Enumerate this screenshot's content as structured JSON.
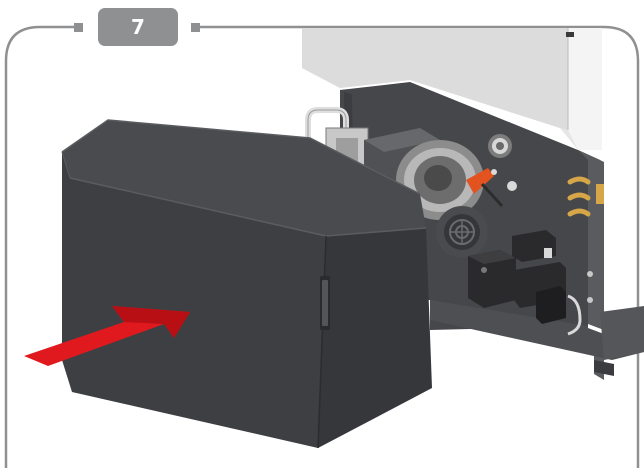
{
  "step": {
    "number": "7"
  },
  "colors": {
    "frame": "#8f9092",
    "badge": "#8f9092",
    "cover": "#3e3f42",
    "housing": "#46474a",
    "top_casing": "#e6e6e6",
    "arrow": "#e0191f",
    "accent_orange": "#e2531f",
    "connector_gold": "#d6a649"
  },
  "illustration": {
    "subject": "boiler-cover-installation",
    "arrow_direction": "toward-boiler"
  }
}
